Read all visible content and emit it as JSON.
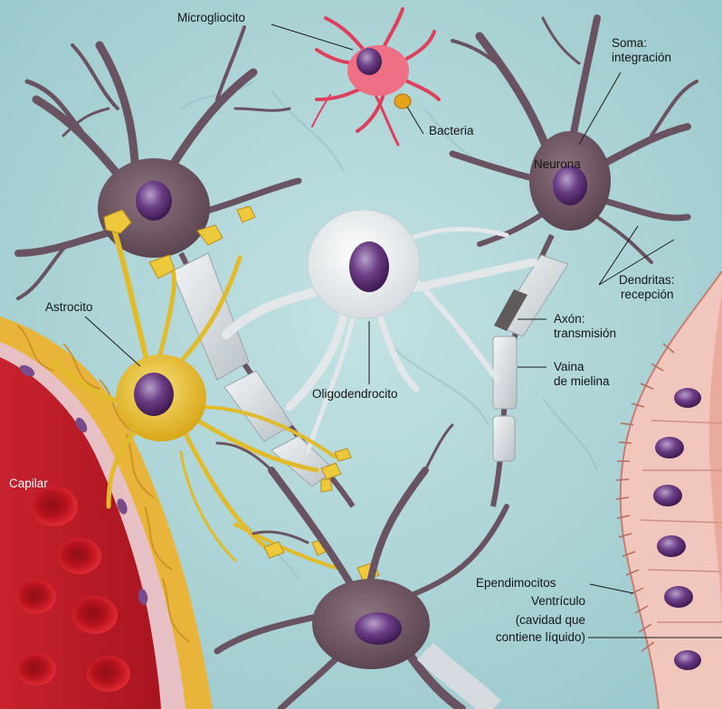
{
  "labels": {
    "microglia": "Microgliocito",
    "bacteria": "Bacteria",
    "soma_line1": "Soma:",
    "soma_line2": "integración",
    "neuron": "Neurona",
    "dendrites_line1": "Dendritas:",
    "dendrites_line2": "recepción",
    "astrocyte": "Astrocito",
    "axon_line1": "Axón:",
    "axon_line2": "transmisión",
    "sheath_line1": "Vaina",
    "sheath_line2": "de mielina",
    "oligodendrocyte": "Oligodendrocito",
    "capillary": "Capilar",
    "ependymal": "Ependimocitos",
    "ventricle_line1": "Ventrículo",
    "ventricle_line2": "(cavidad que",
    "ventricle_line3": "contiene líquido)"
  },
  "colors": {
    "background": "#a9d3d6",
    "neuron": "#6f5863",
    "nucleus": "#5a2f6e",
    "oligodendrocyte": "#e9ecef",
    "myelin": "#cfd6d8",
    "astrocyte": "#e6c030",
    "microglia": "#e0445f",
    "capillary": "#b81d2a",
    "red_blood_cell": "#d0202c",
    "ependymal": "#e8a9a0"
  }
}
